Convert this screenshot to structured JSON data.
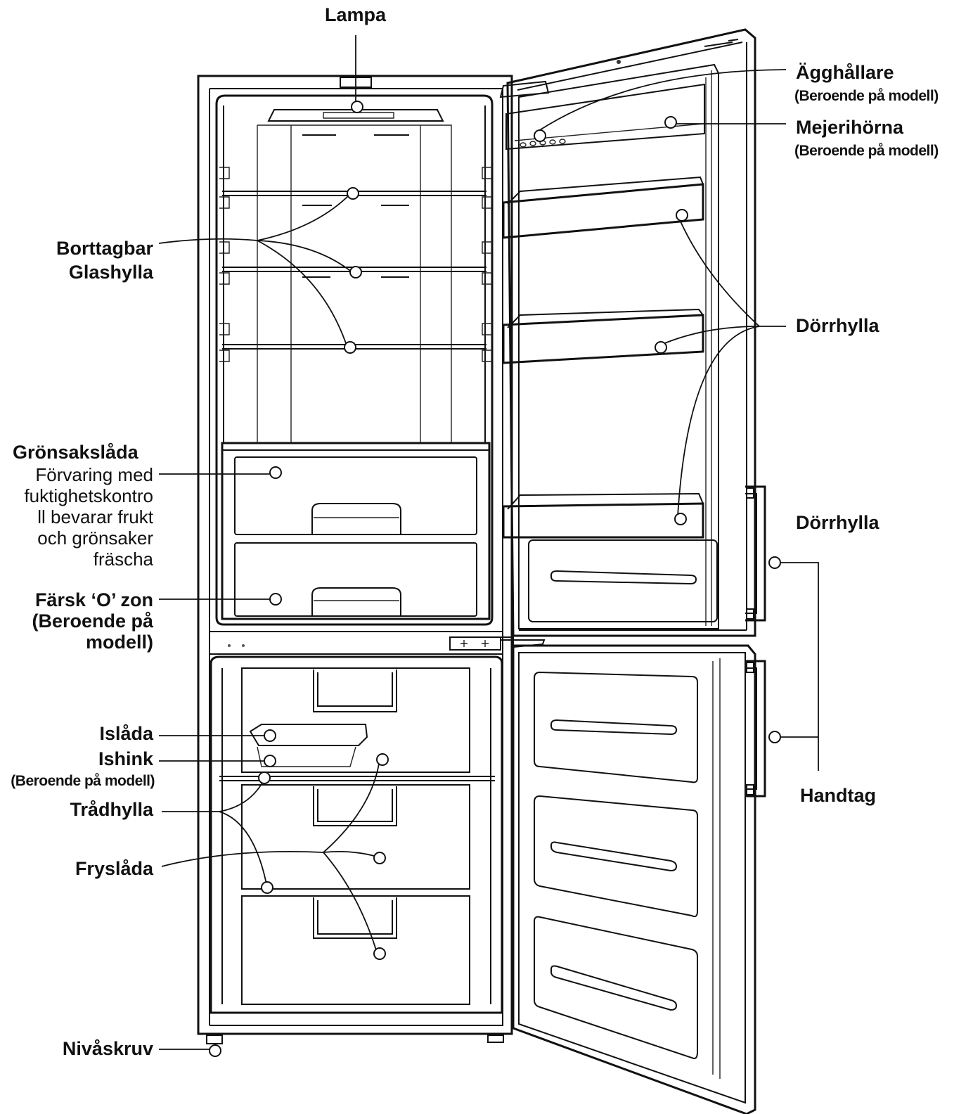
{
  "labels": {
    "lampa": "Lampa",
    "agghallare": "Ägghållare",
    "agghallare_sub": "(Beroende på modell)",
    "mejerihorna": "Mejerihörna",
    "mejerihorna_sub": "(Beroende på modell)",
    "borttagbar_1": "Borttagbar",
    "borttagbar_2": "Glashylla",
    "dorrhylla_1": "Dörrhylla",
    "dorrhylla_2": "Dörrhylla",
    "gronsakslada": "Grönsakslåda",
    "gronsakslada_desc": [
      "Förvaring med",
      "fuktighetskontro",
      "ll bevarar frukt",
      "och grönsaker",
      "fräscha"
    ],
    "farsk_1": "Färsk ‘O’ zon",
    "farsk_2": "(Beroende på",
    "farsk_3": "modell)",
    "islada": "Islåda",
    "ishink": "Ishink",
    "ishink_sub": "(Beroende på modell)",
    "tradhylla": "Trådhylla",
    "fryslada": "Fryslåda",
    "handtag": "Handtag",
    "nivaskruv": "Nivåskruv"
  }
}
